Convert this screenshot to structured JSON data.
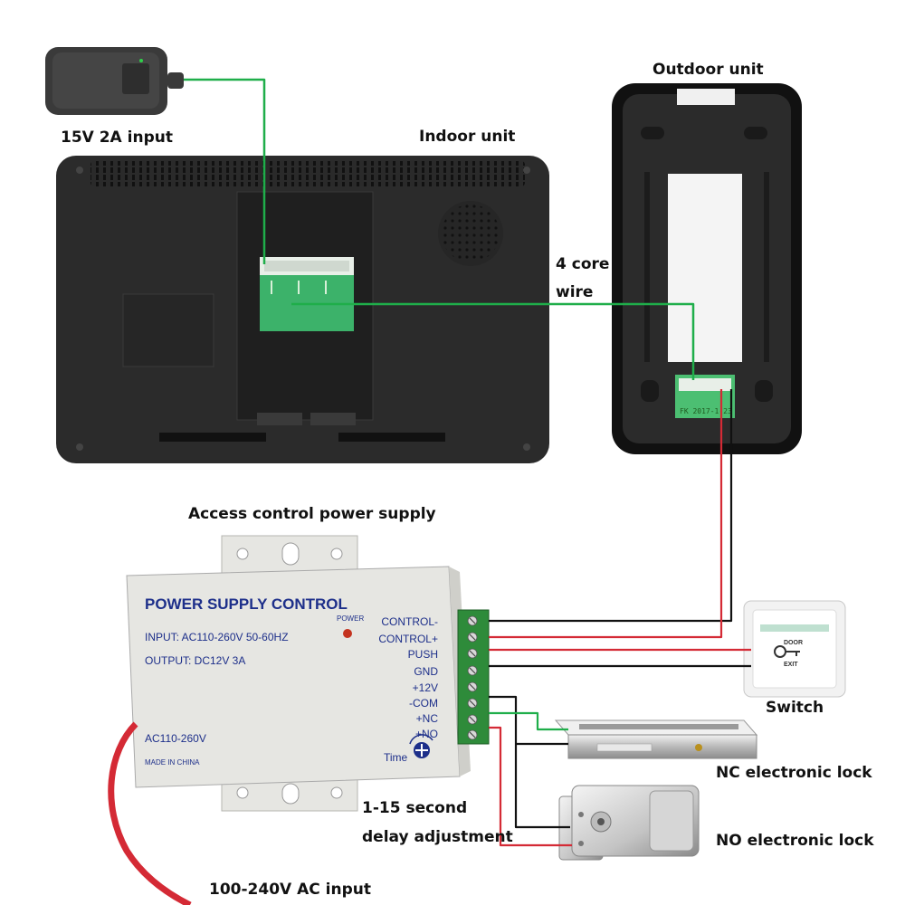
{
  "labels": {
    "adapter_input": "15V 2A input",
    "indoor_unit": "Indoor unit",
    "outdoor_unit": "Outdoor unit",
    "wire_line1": "4 core",
    "wire_line2": "wire",
    "power_supply": "Access control power supply",
    "switch": "Switch",
    "nc_lock": "NC electronic lock",
    "no_lock": "NO electronic lock",
    "delay_line1": "1-15 second",
    "delay_line2": "delay adjustment",
    "ac_input": "100-240V AC input"
  },
  "psu": {
    "title": "POWER SUPPLY CONTROL",
    "input": "INPUT: AC110-260V 50-60HZ",
    "output": "OUTPUT: DC12V  3A",
    "power_led": "POWER",
    "ac_label": "AC110-260V",
    "made_in": "MADE IN CHINA",
    "time_label": "Time",
    "terminals": [
      "CONTROL-",
      "CONTROL+",
      "PUSH",
      "GND",
      "+12V",
      "-COM",
      "+NC",
      "+NO"
    ]
  },
  "outdoor_board": {
    "line1": "FK 2017-1-23"
  },
  "exit_button": {
    "top": "DOOR",
    "bottom": "EXIT"
  },
  "colors": {
    "wire_green": "#1fae4a",
    "wire_red": "#d42a35",
    "wire_black": "#111111",
    "psu_body": "#e6e6e2",
    "psu_text": "#1d2f8a",
    "monitor_body": "#2b2b2b",
    "terminal_green": "#2e8b3a"
  },
  "icons": [
    "power-adapter-icon",
    "key-icon",
    "knob-icon"
  ]
}
